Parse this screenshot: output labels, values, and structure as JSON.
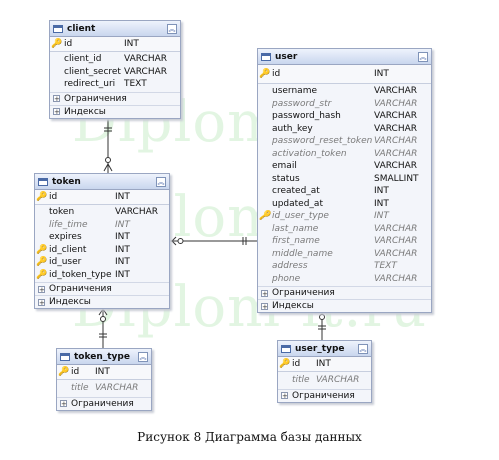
{
  "watermark": "Diplom-it.ru",
  "sections": {
    "constraints": "Ограничения",
    "indexes": "Индексы"
  },
  "caption": "Рисунок 8 Диаграмма базы данных",
  "tables": {
    "client": {
      "name": "client",
      "pk": {
        "name": "id",
        "type": "INT"
      },
      "columns": [
        {
          "name": "client_id",
          "type": "VARCHAR"
        },
        {
          "name": "client_secret",
          "type": "VARCHAR"
        },
        {
          "name": "redirect_uri",
          "type": "TEXT"
        }
      ]
    },
    "user": {
      "name": "user",
      "pk": {
        "name": "id",
        "type": "INT"
      },
      "columns": [
        {
          "name": "username",
          "type": "VARCHAR"
        },
        {
          "name": "password_str",
          "type": "VARCHAR"
        },
        {
          "name": "password_hash",
          "type": "VARCHAR"
        },
        {
          "name": "auth_key",
          "type": "VARCHAR"
        },
        {
          "name": "password_reset_token",
          "type": "VARCHAR"
        },
        {
          "name": "activation_token",
          "type": "VARCHAR"
        },
        {
          "name": "email",
          "type": "VARCHAR"
        },
        {
          "name": "status",
          "type": "SMALLINT"
        },
        {
          "name": "created_at",
          "type": "INT"
        },
        {
          "name": "updated_at",
          "type": "INT"
        },
        {
          "name": "id_user_type",
          "type": "INT"
        },
        {
          "name": "last_name",
          "type": "VARCHAR"
        },
        {
          "name": "first_name",
          "type": "VARCHAR"
        },
        {
          "name": "middle_name",
          "type": "VARCHAR"
        },
        {
          "name": "address",
          "type": "TEXT"
        },
        {
          "name": "phone",
          "type": "VARCHAR"
        }
      ]
    },
    "token": {
      "name": "token",
      "pk": {
        "name": "id",
        "type": "INT"
      },
      "columns": [
        {
          "name": "token",
          "type": "VARCHAR"
        },
        {
          "name": "life_time",
          "type": "INT"
        },
        {
          "name": "expires",
          "type": "INT"
        },
        {
          "name": "id_client",
          "type": "INT"
        },
        {
          "name": "id_user",
          "type": "INT"
        },
        {
          "name": "id_token_type",
          "type": "INT"
        }
      ]
    },
    "token_type": {
      "name": "token_type",
      "pk": {
        "name": "id",
        "type": "INT"
      },
      "columns": [
        {
          "name": "title",
          "type": "VARCHAR"
        }
      ]
    },
    "user_type": {
      "name": "user_type",
      "pk": {
        "name": "id",
        "type": "INT"
      },
      "columns": [
        {
          "name": "title",
          "type": "VARCHAR"
        }
      ]
    }
  }
}
